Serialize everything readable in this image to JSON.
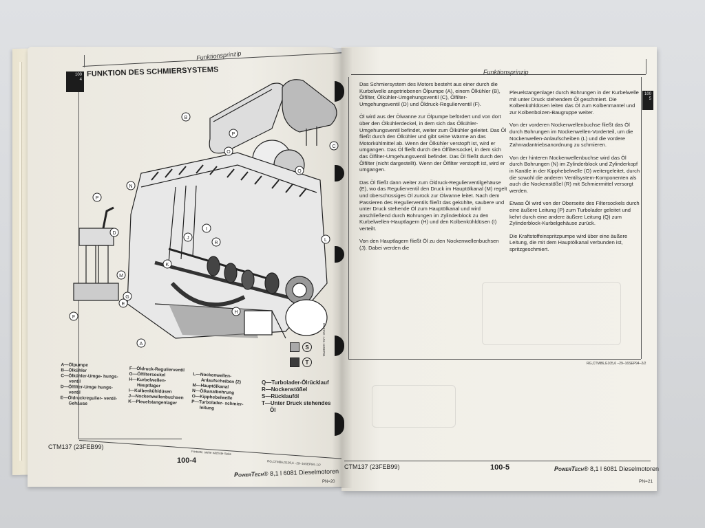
{
  "document": {
    "type": "open service manual photograph",
    "running_header": "Funktionsprinzip"
  },
  "left_page": {
    "section_tab": {
      "line1": "100",
      "line2": "4",
      "prefix": "1"
    },
    "section_title": "FUNKTION DES SCHMIERSYSTEMS",
    "figure": {
      "callouts": [
        "A",
        "B",
        "C",
        "D",
        "E",
        "F",
        "G",
        "H",
        "I",
        "J",
        "K",
        "L",
        "M",
        "N",
        "O",
        "P",
        "Q",
        "R"
      ],
      "legend_keys": [
        {
          "symbol": "S",
          "swatch_color": "#a9a9a9"
        },
        {
          "symbol": "T",
          "swatch_color": "#3c3c3c"
        }
      ],
      "side_code": "RG6718 –UN–16SEP94"
    },
    "legend_col1": [
      {
        "key": "A",
        "text": "A—Ölpumpe"
      },
      {
        "key": "B",
        "text": "B—Ölkühler"
      },
      {
        "key": "C",
        "text": "C—Ölkühler-Umge- hungs-",
        "cont": "ventil"
      },
      {
        "key": "D",
        "text": "D—Ölfilter-Umge hungs-",
        "cont": "ventil"
      },
      {
        "key": "E",
        "text": "E—Öldruckregulier- ventil-",
        "cont": "Gehäuse"
      }
    ],
    "legend_col2": [
      {
        "key": "F",
        "text": "F—Öldruck-Regulierventil"
      },
      {
        "key": "G",
        "text": "G—Ölfiltersockel"
      },
      {
        "key": "H",
        "text": "H—Kurbelwellen-",
        "cont": "Hauptlager"
      },
      {
        "key": "I",
        "text": "I—Kolbenkühldüsen"
      },
      {
        "key": "J",
        "text": "J—Nockenwellenbuchsen"
      },
      {
        "key": "K",
        "text": "K—Pleuelstangenlager"
      }
    ],
    "legend_col3": [
      {
        "key": "L",
        "text": "L—Nockenwellen-",
        "cont": "Anlaufscheiben (2)"
      },
      {
        "key": "M",
        "text": "M—Hauptölkanal"
      },
      {
        "key": "N",
        "text": "N—Ölkanalbohrung"
      },
      {
        "key": "O",
        "text": "O—Kipphebelwelle"
      },
      {
        "key": "P",
        "text": "P—Turbolader- schmier-",
        "cont": "leitung"
      }
    ],
    "legend_col4": [
      {
        "key": "Q",
        "text": "Q—Turbolader-Ölrücklauf"
      },
      {
        "key": "R",
        "text": "R—Nockenstößel"
      },
      {
        "key": "S",
        "text": "S—Rücklauföl"
      },
      {
        "key": "T",
        "text": "T—Unter Druck stehendes",
        "cont": "Öl"
      }
    ],
    "footer": {
      "manual_code": "CTM137 (23FEB99)",
      "page_number": "100-4",
      "continued_note": "Fortsetz. siehe nächste Seite",
      "ref_code": "RG,CTM86,G105,6 –29–16SEP94–1/2",
      "brand": "PowerTech",
      "brand_suffix": "® 8,1 l 6081 Dieselmotoren",
      "extra_code": "PN=20"
    }
  },
  "right_page": {
    "section_tab": {
      "line1": "100",
      "line2": "5"
    },
    "col1": [
      "Das Schmiersystem des Motors besteht aus einer durch die Kurbelwelle angetriebenen Ölpumpe (A), einem Ölkühler (B), Ölfilter, Ölkühler-Umgehungsventil (C), Ölfilter-Umgehungsventil (D) und Öldruck-Regulierventil (F).",
      "Öl wird aus der Ölwanne zur Ölpumpe befördert und von dort über den Ölkühlerdeckel, in dem sich das Ölkühler-Umgehungsventil befindet, weiter zum Ölkühler geleitet. Das Öl fließt durch den Ölkühler und gibt seine Wärme an das Motorkühlmittel ab. Wenn der Ölkühler verstopft ist, wird er umgangen. Das Öl fließt durch den Ölfiltersockel, in dem sich das Ölfilter-Umgehungsventil befindet. Das Öl fließt durch den Ölfilter (nicht dargestellt). Wenn der Ölfilter verstopft ist, wird er umgangen.",
      "Das Öl fließt dann weiter zum Öldruck-Regulierventilgehäuse (E), wo das Regulierventil den Druck im Hauptölkanal (M) regelt und überschüssiges Öl zurück zur Ölwanne leitet. Nach dem Passieren des Regulierventils fließt das gekühlte, saubere und unter Druck stehende Öl zum Hauptölkanal und wird anschließend durch Bohrungen im Zylinderblock zu den Kurbelwellen-Hauptlagern (H) und den Kolbenkühldüsen (I) verteilt.",
      "Von den Hauptlagern fließt Öl zu den Nockenwellenbuchsen (J). Dabei werden die"
    ],
    "col2": [
      "Pleuelstangenlager durch Bohrungen in der Kurbelwelle mit unter Druck stehendem Öl geschmiert. Die Kolbenkühldüsen leiten das Öl zum Kolbenmantel und zur Kolbenbolzen-Baugruppe weiter.",
      "Von der vorderen Nockenwellenbuchse fließt das Öl durch Bohrungen im Nockenwellen-Vorderteil, um die Nockenwellen-Anlaufscheiben (L) und die vordere Zahnradantriebsanordnung zu schmieren.",
      "Von der hinteren Nockenwellenbuchse wird das Öl durch Bohrungen (N) im Zylinderblock und Zylinderkopf in Kanäle in der Kipphebelwelle (O) weitergeleitet, durch die sowohl die anderen Ventilsystem-Komponenten als auch die Nockenstößel (R) mit Schmiermittel versorgt werden.",
      "Etwas Öl wird von der Oberseite des Filtersockels durch eine äußere Leitung (P) zum Turbolader geleitet und kehrt durch eine andere äußere Leitung (Q) zum Zylinderblock-Kurbelgehäuse zurück.",
      "Die Kraftstoffeinspritzpumpe wird über eine äußere Leitung, die mit dem Hauptölkanal verbunden ist, spritzgeschmiert."
    ],
    "ref_code": "RG,CTM86,G105,6 –29–16SEP94–2/2",
    "footer": {
      "manual_code": "CTM137 (23FEB99)",
      "page_number": "100-5",
      "brand": "PowerTech",
      "brand_suffix": "® 8,1 l 6081 Dieselmotoren",
      "extra_code": "PN=21"
    }
  },
  "colors": {
    "background": "#d8dadd",
    "paper": "#f1efe8",
    "ink": "#222222",
    "tab": "#1c1c1c",
    "binding_holes": "#161616"
  }
}
